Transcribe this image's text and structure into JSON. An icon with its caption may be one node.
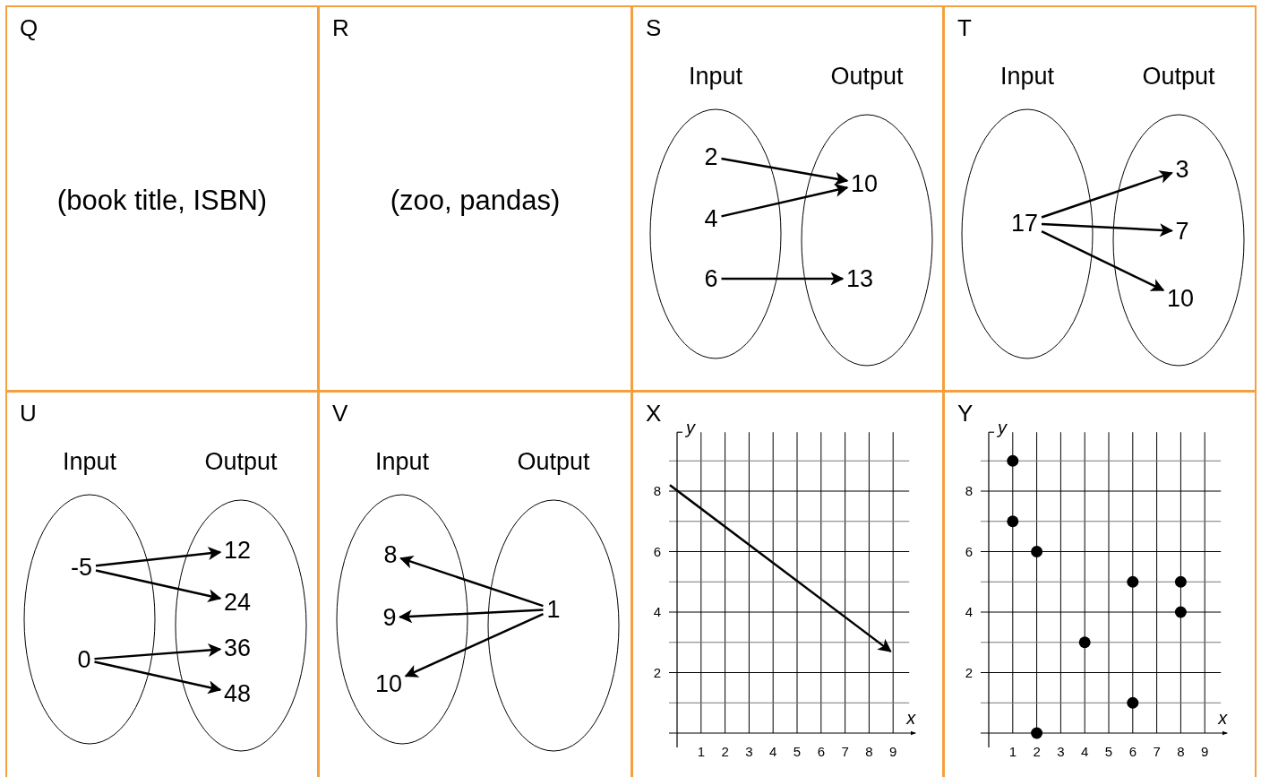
{
  "diagram": {
    "nodes": [
      {
        "text": [
          "Q",
          "(book title, ISBN)"
        ]
      },
      {
        "text": [
          "R",
          "(zoo, pandas)"
        ]
      },
      {
        "text": [
          "S"
        ]
      },
      {
        "text": [
          "Input"
        ],
        "in": 2
      },
      {
        "text": [
          "2"
        ],
        "in": 3
      },
      {
        "text": [
          "4"
        ],
        "in": 3
      },
      {
        "text": [
          "6"
        ],
        "in": 3
      },
      {
        "text": [
          "Output"
        ],
        "in": 2
      },
      {
        "text": [
          "10"
        ],
        "in": 7
      },
      {
        "text": [
          "13"
        ],
        "in": 7
      },
      {
        "text": [
          "T"
        ]
      },
      {
        "text": [
          "Input"
        ],
        "in": 10
      },
      {
        "text": [
          "17"
        ],
        "in": 11
      },
      {
        "text": [
          "Output"
        ],
        "in": 10
      },
      {
        "text": [
          "3"
        ],
        "in": 13
      },
      {
        "text": [
          "7"
        ],
        "in": 13
      },
      {
        "text": [
          "10"
        ],
        "in": 13
      },
      {
        "text": [
          "U"
        ]
      },
      {
        "text": [
          "Input"
        ],
        "in": 17
      },
      {
        "text": [
          "-5"
        ],
        "in": 18
      },
      {
        "text": [
          "0"
        ],
        "in": 18
      },
      {
        "text": [
          "Output"
        ],
        "in": 17
      },
      {
        "text": [
          "12"
        ],
        "in": 21
      },
      {
        "text": [
          "24"
        ],
        "in": 21
      },
      {
        "text": [
          "36"
        ],
        "in": 21
      },
      {
        "text": [
          "48"
        ],
        "in": 21
      },
      {
        "text": [
          "V"
        ]
      },
      {
        "text": [
          "Input"
        ],
        "in": 26
      },
      {
        "text": [
          "8"
        ],
        "in": 27
      },
      {
        "text": [
          "9"
        ],
        "in": 27
      },
      {
        "text": [
          "10"
        ],
        "in": 27
      },
      {
        "text": [
          "Output"
        ],
        "in": 26
      },
      {
        "text": [
          "1"
        ],
        "in": 31
      }
    ],
    "edges": [
      {
        "from": 4,
        "to": 8,
        "arrow": "to"
      },
      {
        "from": 5,
        "to": 8,
        "arrow": "to"
      },
      {
        "from": 6,
        "to": 9,
        "arrow": "to"
      },
      {
        "from": 12,
        "to": 14,
        "arrow": "to"
      },
      {
        "from": 12,
        "to": 15,
        "arrow": "to"
      },
      {
        "from": 12,
        "to": 16,
        "arrow": "to"
      },
      {
        "from": 19,
        "to": 22,
        "arrow": "to"
      },
      {
        "from": 19,
        "to": 23,
        "arrow": "to"
      },
      {
        "from": 20,
        "to": 24,
        "arrow": "to"
      },
      {
        "from": 20,
        "to": 25,
        "arrow": "to"
      },
      {
        "from": 32,
        "to": 28,
        "arrow": "to"
      },
      {
        "from": 32,
        "to": 29,
        "arrow": "to"
      },
      {
        "from": 32,
        "to": 30,
        "arrow": "to"
      }
    ],
    "chart_data": [
      {
        "type": "line",
        "title": "X",
        "grid": true,
        "xlabel": "x",
        "ylabel": "y",
        "xlim": [
          -0.3,
          9
        ],
        "ylim": [
          0,
          9
        ],
        "xticks": [
          1,
          2,
          3,
          4,
          5,
          6,
          7,
          8,
          9
        ],
        "yticks": [
          2,
          4,
          6,
          8
        ],
        "x": [
          -0.3,
          8.9
        ],
        "series": [
          {
            "values": [
              8.2,
              2.7
            ]
          }
        ]
      },
      {
        "type": "scatter",
        "title": "Y",
        "grid": true,
        "xlabel": "x",
        "ylabel": "y",
        "xlim": [
          0,
          9
        ],
        "ylim": [
          0,
          9
        ],
        "xticks": [
          1,
          2,
          3,
          4,
          5,
          6,
          7,
          8,
          9
        ],
        "yticks": [
          2,
          4,
          6,
          8
        ],
        "x": [
          1,
          1,
          2,
          2,
          4,
          6,
          6,
          8,
          8
        ],
        "series": [
          {
            "values": [
              9,
              7,
              6,
              0,
              3,
              5,
              1,
              5,
              4
            ]
          }
        ]
      }
    ]
  }
}
